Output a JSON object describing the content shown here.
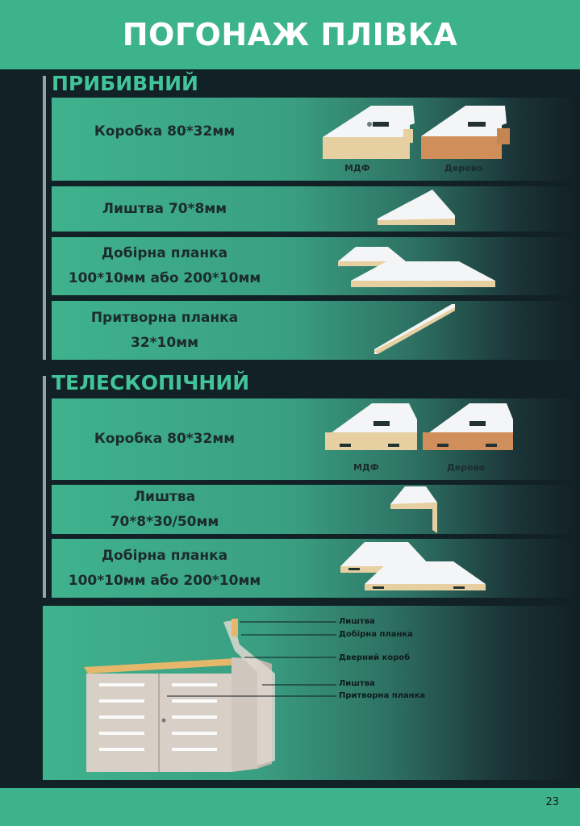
{
  "page_title": "ПОГОНАЖ ПЛІВКА",
  "page_number": "23",
  "colors": {
    "accent": "#3cb38b",
    "dark": "#112126",
    "title_green": "#42c39a"
  },
  "sections": [
    {
      "title": "ПРИБИВНИЙ",
      "rows": [
        {
          "lines": [
            "Коробка 80*32мм"
          ],
          "captions": [
            "МДФ",
            "Дерево"
          ]
        },
        {
          "lines": [
            "Лиштва 70*8мм"
          ]
        },
        {
          "lines": [
            "Добірна планка",
            "100*10мм або 200*10мм"
          ]
        },
        {
          "lines": [
            "Притворна планка",
            "32*10мм"
          ]
        }
      ]
    },
    {
      "title": "ТЕЛЕСКОПІЧНИЙ",
      "rows": [
        {
          "lines": [
            "Коробка 80*32мм"
          ],
          "captions": [
            "МДФ",
            "Дерево"
          ]
        },
        {
          "lines": [
            "Лиштва",
            "70*8*30/50мм"
          ]
        },
        {
          "lines": [
            "Добірна планка",
            "100*10мм або 200*10мм"
          ]
        }
      ]
    }
  ],
  "diagram_labels": [
    "Лиштва",
    "Добірна планка",
    "Дверний короб",
    "Лиштва",
    "Притворна планка"
  ]
}
